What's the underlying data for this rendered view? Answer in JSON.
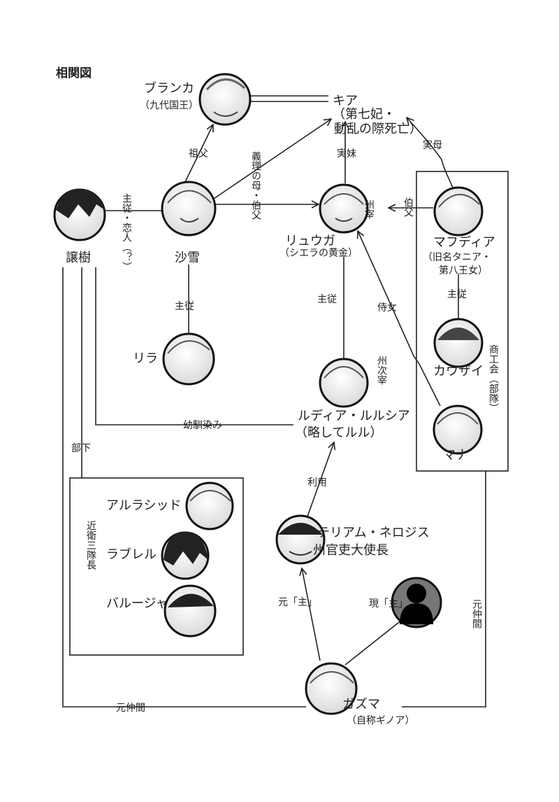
{
  "title": "相関図",
  "characters": {
    "kia": {
      "name": "キア",
      "note1": "（第七妃・",
      "note2": "動乱の際死亡）"
    },
    "buranka": {
      "name": "ブランカ",
      "note": "（九代国王）"
    },
    "jouju": {
      "name": "譲樹"
    },
    "sayuki": {
      "name": "沙雪"
    },
    "ryuuga": {
      "name": "リュウガ",
      "note": "（シエラの黄金）",
      "title": "州宰"
    },
    "mafudia": {
      "name": "マフディア",
      "note1": "（旧名タニア・",
      "note2": "第八王女）"
    },
    "rira": {
      "name": "リラ"
    },
    "kauzai": {
      "name": "カウザイ"
    },
    "mana": {
      "name": "マナ"
    },
    "rudia": {
      "name": "ルディア・ルルシア",
      "note": "（略してルル）",
      "title": "州次宰"
    },
    "arurashid": {
      "name": "アルラシッド"
    },
    "raburel": {
      "name": "ラブレル"
    },
    "baruja": {
      "name": "バルージャ"
    },
    "teriamu": {
      "name": "テリアム・ネロジス",
      "note": "州官吏大使長"
    },
    "gennushi": {
      "name": ""
    },
    "gazuma": {
      "name": "ガズマ",
      "note": "（自称ギノア）"
    }
  },
  "groups": {
    "guard": {
      "label": "近衛三隊長"
    },
    "guild": {
      "label": "商工会（部隊）"
    }
  },
  "relations": {
    "sofu": "祖父",
    "jitsumai": "実妹",
    "jitsubo": "実母",
    "giri": "義理の母・伯父",
    "hakufu": "伯父",
    "shujuu_koibito": "主従・恋人（？）",
    "shujuu_rira": "主従",
    "shujuu_rudia": "主従",
    "shujuu_kauzai": "主従",
    "jijo": "侍女",
    "osananajimi": "幼馴染み",
    "buka": "部下",
    "riyou": "利用",
    "moto_shu": "元「主」",
    "gen_shu": "現「主」",
    "moto_nakama_left": "元仲間",
    "moto_nakama_right": "元仲間"
  }
}
